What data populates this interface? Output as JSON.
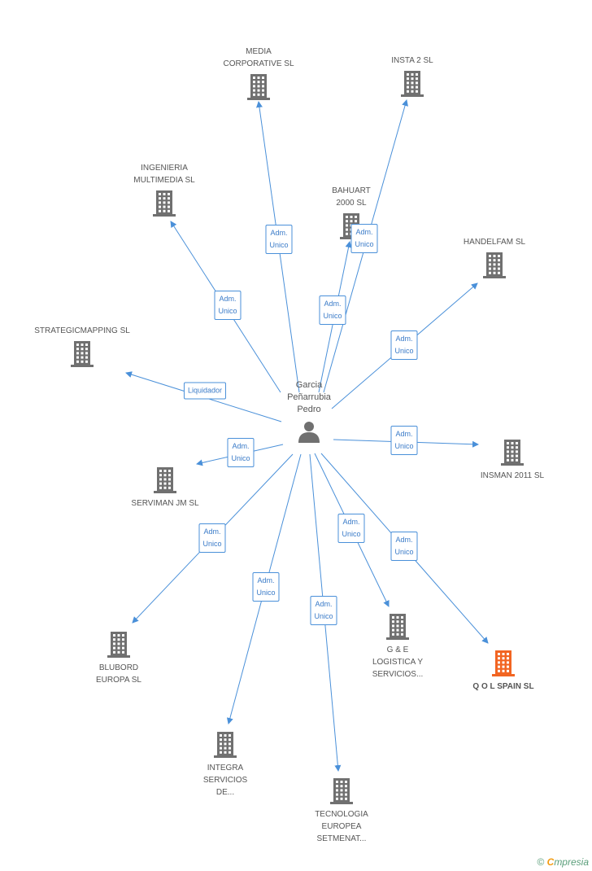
{
  "center": {
    "label": "Garcia\nPeñarrubia\nPedro",
    "icon": "person-icon"
  },
  "colors": {
    "edge": "#4a90d9",
    "building": "#707070",
    "building_highlight": "#f26522"
  },
  "nodes": [
    {
      "id": "media",
      "label": "MEDIA\nCORPORATIVE SL",
      "edge_label": "Adm.\nUnico",
      "highlight": false
    },
    {
      "id": "insta",
      "label": "INSTA 2 SL",
      "edge_label": "Adm.\nUnico",
      "highlight": false
    },
    {
      "id": "ingenieria",
      "label": "INGENIERIA\nMULTIMEDIA SL",
      "edge_label": "Adm.\nUnico",
      "highlight": false
    },
    {
      "id": "bahuart",
      "label": "BAHUART\n2000 SL",
      "edge_label": "Adm.\nUnico",
      "highlight": false
    },
    {
      "id": "handelfam",
      "label": "HANDELFAM SL",
      "edge_label": "Adm.\nUnico",
      "highlight": false
    },
    {
      "id": "strategic",
      "label": "STRATEGICMAPPING SL",
      "edge_label": "Liquidador",
      "highlight": false
    },
    {
      "id": "insman",
      "label": "INSMAN 2011 SL",
      "edge_label": "Adm.\nUnico",
      "highlight": false
    },
    {
      "id": "serviman",
      "label": "SERVIMAN JM SL",
      "edge_label": "Adm.\nUnico",
      "highlight": false
    },
    {
      "id": "blubord",
      "label": "BLUBORD\nEUROPA SL",
      "edge_label": "Adm.\nUnico",
      "highlight": false
    },
    {
      "id": "ge",
      "label": "G & E\nLOGISTICA Y\nSERVICIOS...",
      "edge_label": "Adm.\nUnico",
      "highlight": false
    },
    {
      "id": "qol",
      "label": "Q O L SPAIN SL",
      "edge_label": "Adm.\nUnico",
      "highlight": true
    },
    {
      "id": "integra",
      "label": "INTEGRA\nSERVICIOS\nDE...",
      "edge_label": "Adm.\nUnico",
      "highlight": false
    },
    {
      "id": "tecnologia",
      "label": "TECNOLOGIA\nEUROPEA\nSETMENAT...",
      "edge_label": "Adm.\nUnico",
      "highlight": false
    }
  ],
  "brand": {
    "copyright": "©",
    "e": "C",
    "rest": "mpresia"
  }
}
